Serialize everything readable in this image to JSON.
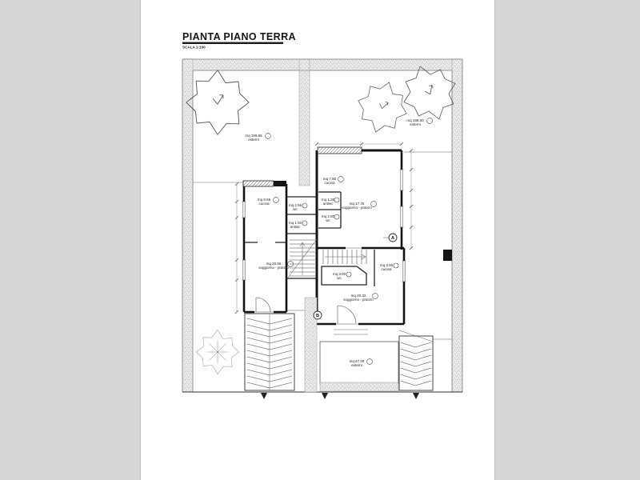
{
  "header": {
    "title": "PIANTA PIANO TERRA",
    "scale": "SCALA 1:100"
  },
  "rooms": {
    "garden_left": {
      "area": "mq 159.65",
      "name": "esterni"
    },
    "garden_right": {
      "area": "mq 198.00",
      "name": "esterni"
    },
    "patio": {
      "area": "mq 47.00",
      "name": "esterni"
    },
    "cucina_left": {
      "area": "mq 9.58",
      "name": "cucina"
    },
    "wc_left": {
      "area": "mq 2.56",
      "name": "wc"
    },
    "antiwc_left": {
      "area": "mq 1.50",
      "name": "antiwc"
    },
    "cucina_top": {
      "area": "mq 7.80",
      "name": "cucina"
    },
    "antiwc_right": {
      "area": "mq 1.35",
      "name": "antiwc"
    },
    "wc_top_right": {
      "area": "mq 2.80",
      "name": "wc"
    },
    "sogg_right": {
      "area": "mq 17.76",
      "name": "soggiorno - pranzo"
    },
    "sogg_left": {
      "area": "mq 20.56",
      "name": "soggiorno - pranzo"
    },
    "wc_right": {
      "area": "mq 3.00",
      "name": "wc"
    },
    "cucina_right": {
      "area": "mq 3.90",
      "name": "cucina"
    },
    "sogg_bottom": {
      "area": "mq 20.32",
      "name": "soggiorno - pranzo"
    }
  },
  "markers": {
    "section_a": "A",
    "section_b": "B"
  },
  "colors": {
    "paper": "#ffffff",
    "backdrop": "#d6d6d6",
    "ink": "#141414",
    "hatch_gray": "#9a9a9a"
  }
}
